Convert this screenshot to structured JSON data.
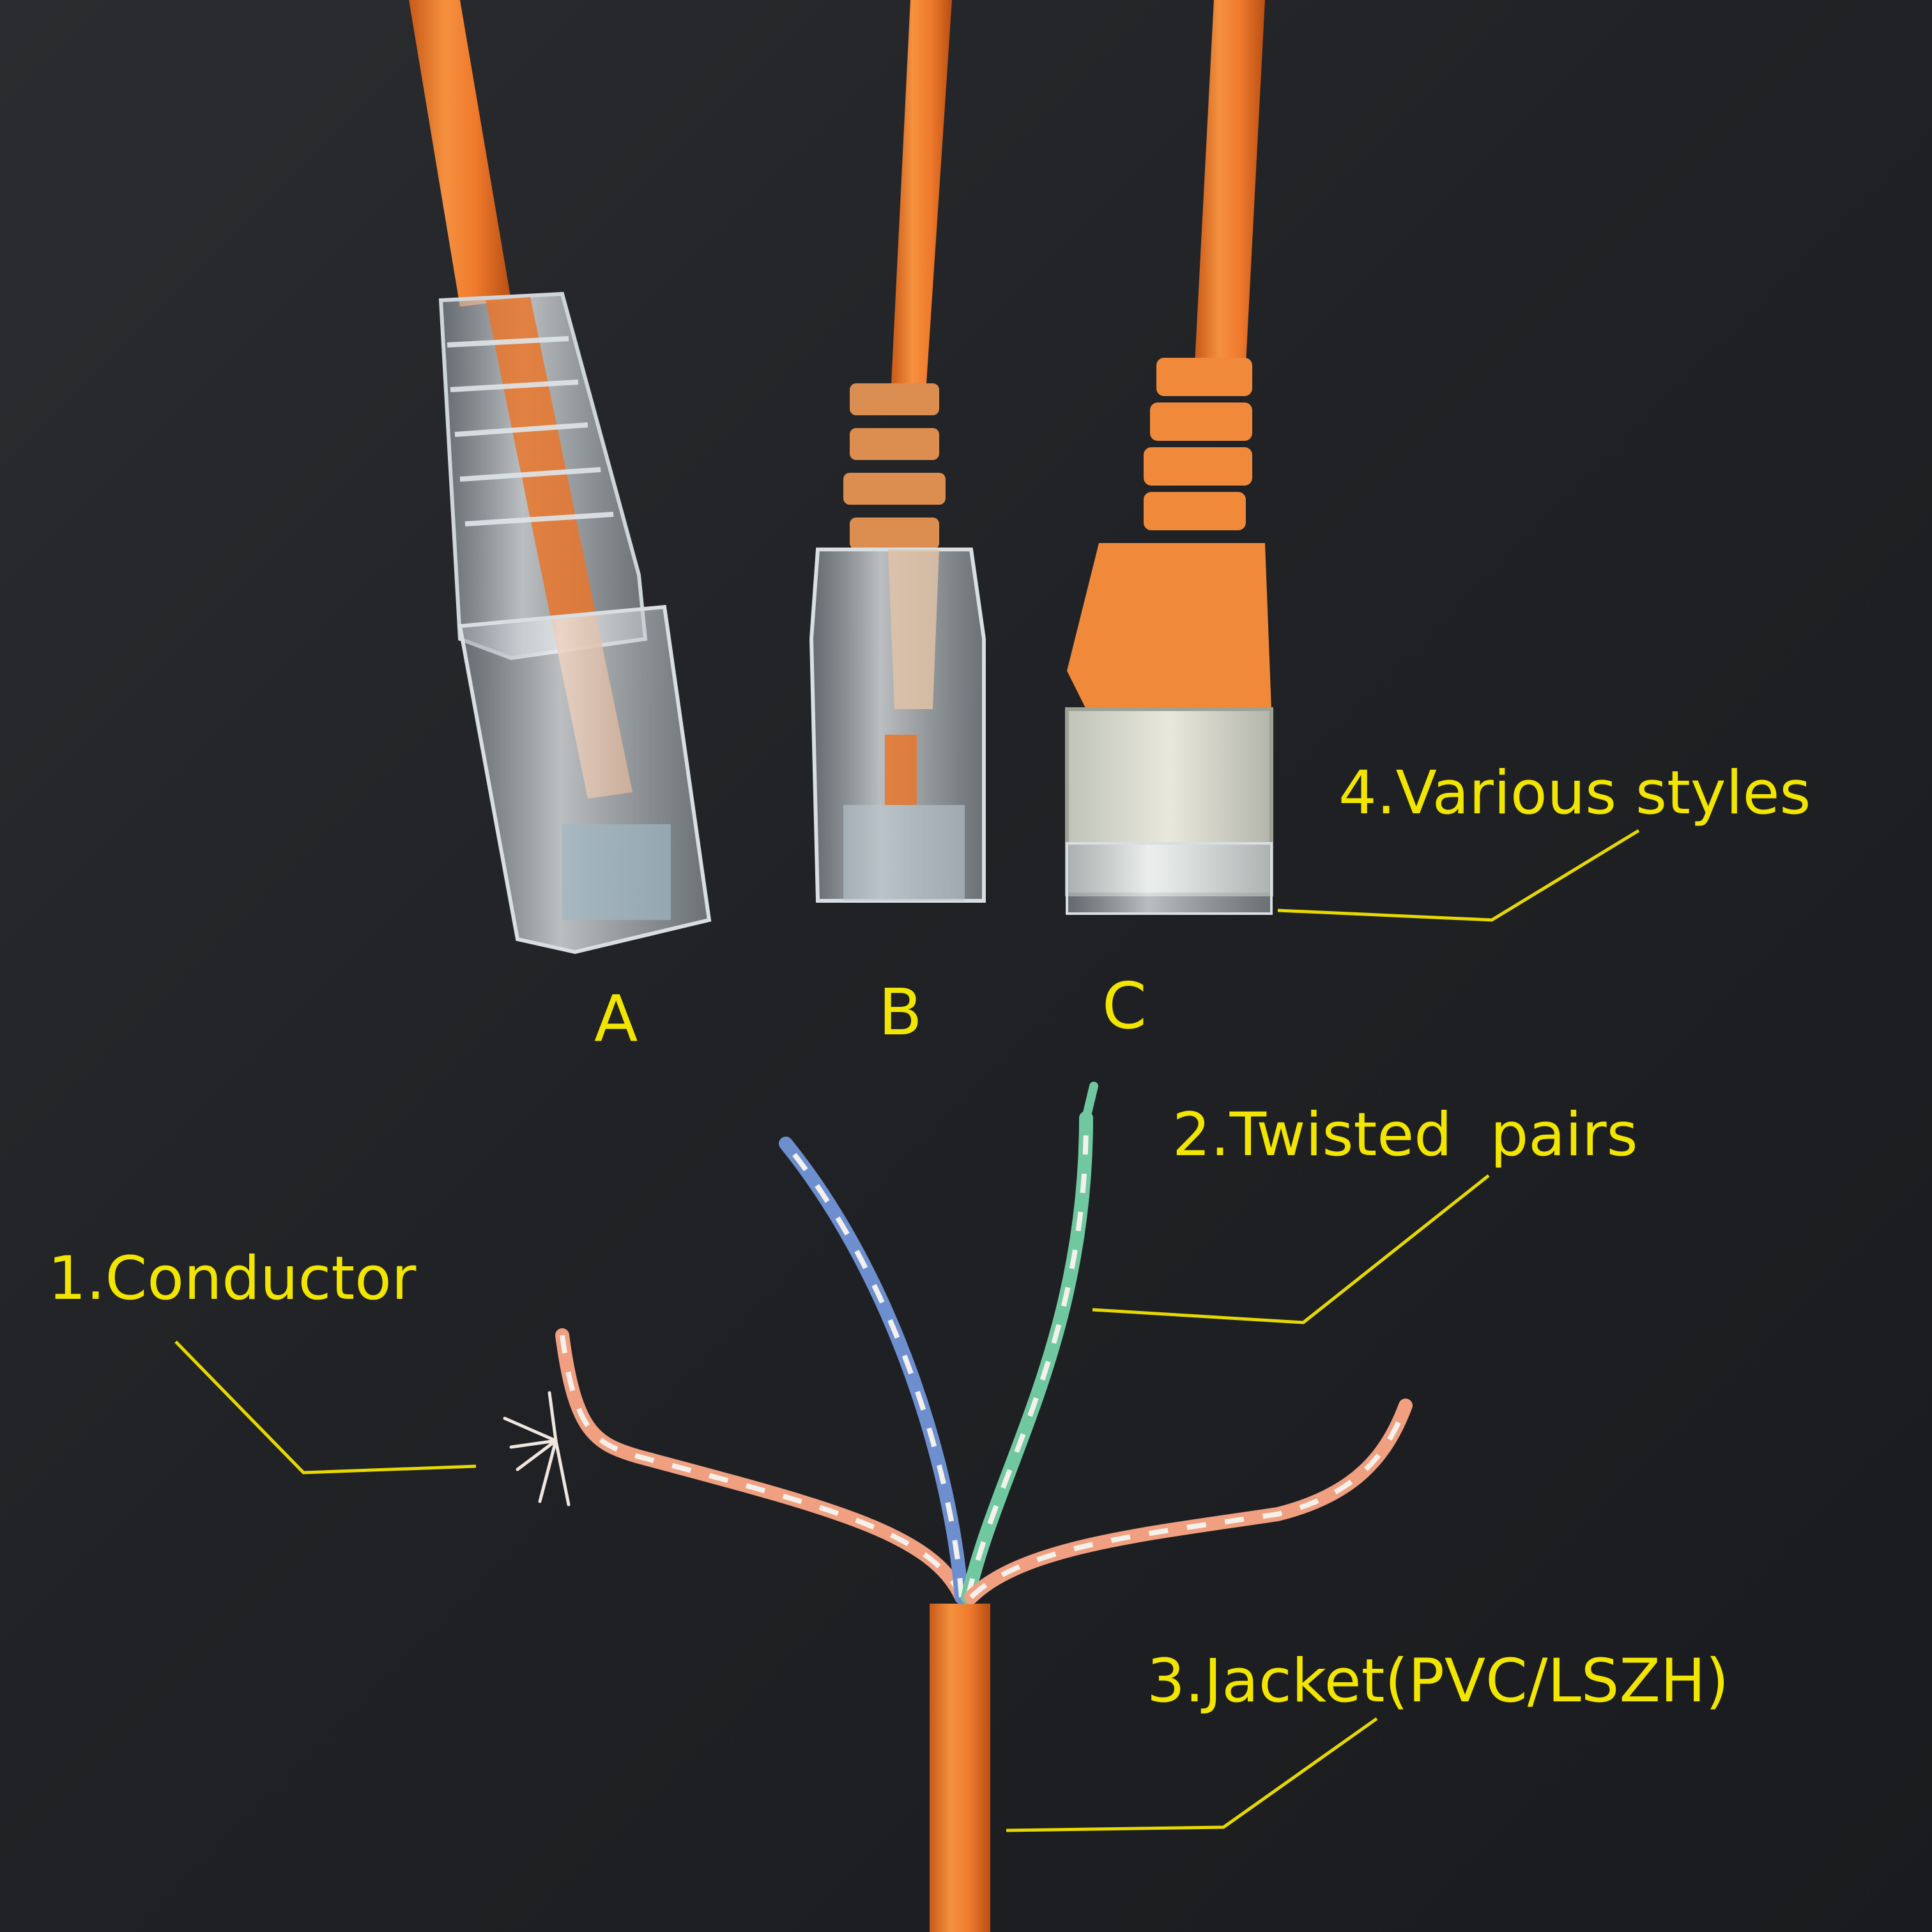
{
  "colors": {
    "background": "#1f2124",
    "annotation": "#f2e600",
    "cable_orange": "#f07a2c",
    "plug_clear": "#dfe6ea",
    "pair_blue": "#6d8fd0",
    "pair_green": "#6fc8a0",
    "pair_orange": "#f0a080",
    "pair_white": "#f4f1ec"
  },
  "connectors": [
    {
      "letter": "A",
      "style": "clear slim boot plug"
    },
    {
      "letter": "B",
      "style": "clear plug with orange strain relief"
    },
    {
      "letter": "C",
      "style": "shielded plug with orange boot"
    }
  ],
  "callouts": {
    "conductor": "1.Conductor",
    "twisted_pairs": "2.Twisted  pairs",
    "jacket": "3.Jacket(PVC/LSZH)",
    "various_styles": "4.Various styles"
  },
  "icons": {
    "connector": "rj45-plug-icon",
    "cable": "ethernet-cable-icon"
  }
}
